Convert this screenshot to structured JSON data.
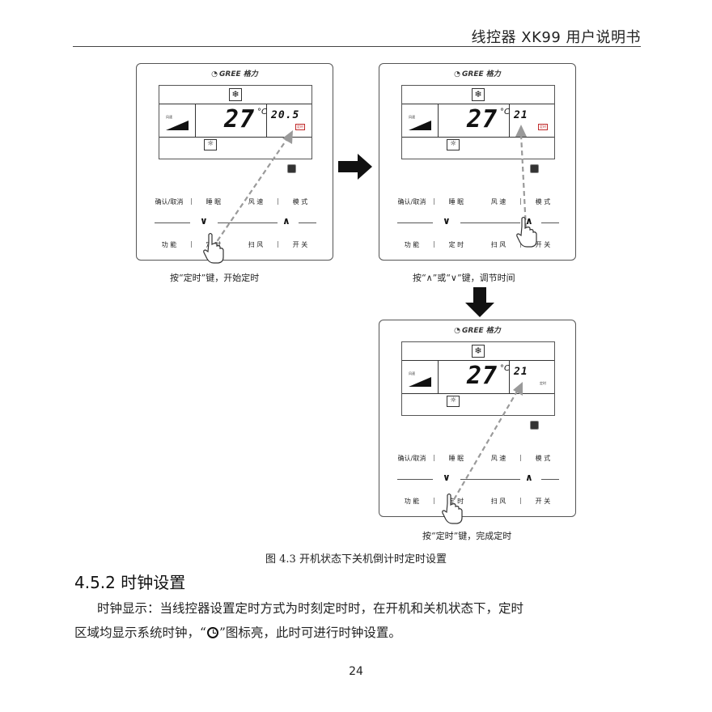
{
  "header": {
    "title": "线控器 XK99 用户说明书"
  },
  "controller": {
    "brand": "GREE",
    "brand_suffix": "格力",
    "fan_icon": "snowflake-icon",
    "sun_icon": "sun-icon",
    "fan_label": "风速",
    "temperature": "27",
    "temp_unit": "°C",
    "buttons_top": [
      "确认/取消",
      "睡 眠",
      "风 速",
      "模 式"
    ],
    "buttons_bottom": [
      "功 能",
      "定 时",
      "扫 风",
      "开 关"
    ],
    "down_arrow": "∨",
    "up_arrow": "∧",
    "separator": "|"
  },
  "panels": [
    {
      "timer_value": "20.5",
      "timer_tag": "定时",
      "caption": "按“定时”键，开始定时"
    },
    {
      "timer_value": "21",
      "timer_tag": "定时",
      "caption": "按“∧”或“∨”键，调节时间"
    },
    {
      "timer_value": "21",
      "timer_tag": "定时",
      "caption": "按“定时”键，完成定时"
    }
  ],
  "figure_caption": "图 4.3  开机状态下关机倒计时定时设置",
  "section": {
    "number_title": "4.5.2 时钟设置",
    "line1": "时钟显示：当线控器设置定时方式为时刻定时时，在开机和关机状态下，定时",
    "line2_before": "区域均显示系统时钟，“",
    "line2_after": "”图标亮，此时可进行时钟设置。"
  },
  "page_number": "24",
  "colors": {
    "accent_red": "#c02a2a",
    "arrow_gray": "#9a9a9a"
  }
}
